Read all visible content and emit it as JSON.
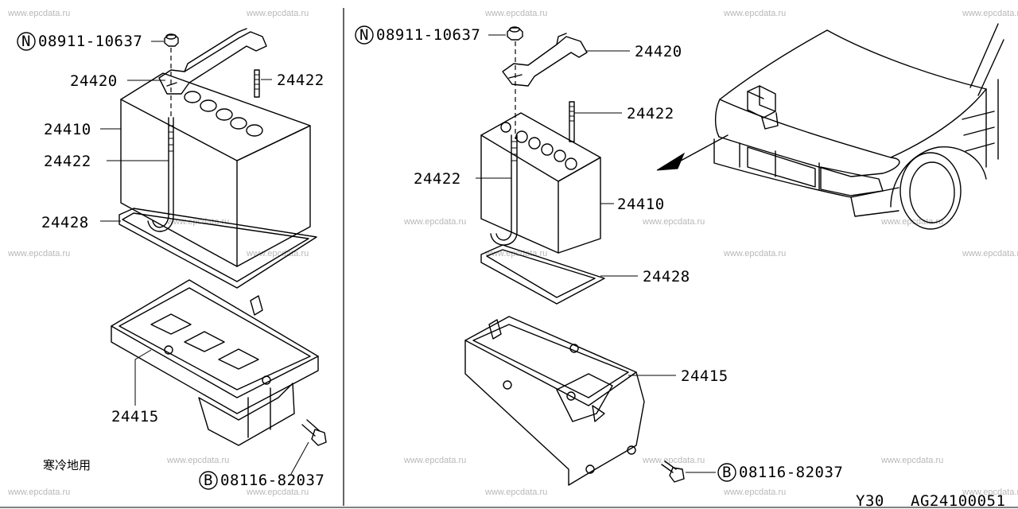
{
  "watermark": "www.epcdata.ru",
  "left_panel": {
    "nut_circle_letter": "N",
    "nut_part": "08911-10637",
    "bolt_circle_letter": "B",
    "bolt_part": "08116-82037",
    "cold_climate_note": "寒冷地用",
    "labels": {
      "bracket": "24420",
      "rod_top": "24422",
      "battery": "24410",
      "rod_left": "24422",
      "pad": "24428",
      "tray": "24415"
    }
  },
  "right_panel": {
    "nut_circle_letter": "N",
    "nut_part": "08911-10637",
    "bolt_circle_letter": "B",
    "bolt_part": "08116-82037",
    "labels": {
      "bracket": "24420",
      "rod_top": "24422",
      "rod_left": "24422",
      "battery": "24410",
      "pad": "24428",
      "tray": "24415"
    }
  },
  "footer": {
    "model": "Y30",
    "drawing_code": "AG24100051"
  }
}
